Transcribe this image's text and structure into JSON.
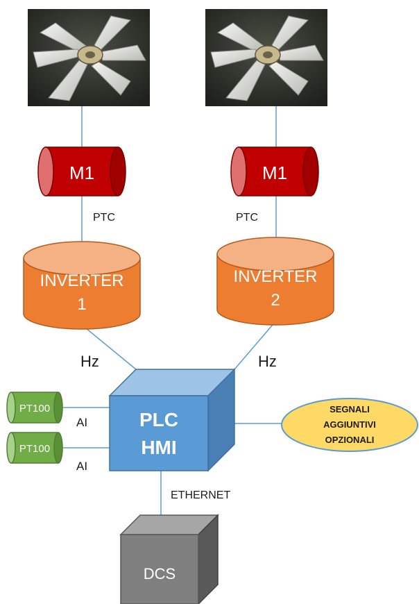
{
  "diagram": {
    "fans": [
      {
        "id": "fan-1",
        "image_desc": "fan-photo"
      },
      {
        "id": "fan-2",
        "image_desc": "fan-photo"
      }
    ],
    "motors": [
      {
        "label": "M1"
      },
      {
        "label": "M1"
      }
    ],
    "ptc_labels": [
      "PTC",
      "PTC"
    ],
    "inverters": [
      {
        "line1": "INVERTER",
        "line2": "1"
      },
      {
        "line1": "INVERTER",
        "line2": "2"
      }
    ],
    "hz_labels": [
      "Hz",
      "Hz"
    ],
    "plc": {
      "line1": "PLC",
      "line2": "HMI"
    },
    "sensors": [
      {
        "label": "PT100",
        "signal": "AI"
      },
      {
        "label": "PT100",
        "signal": "AI"
      }
    ],
    "optional_signals": {
      "line1": "SEGNALI",
      "line2": "AGGIUNTIVI",
      "line3": "OPZIONALI"
    },
    "ethernet_label": "ETHERNET",
    "dcs": {
      "label": "DCS"
    },
    "colors": {
      "motor_red": "#c00000",
      "inverter_orange": "#ed7d31",
      "inverter_top": "#f4b183",
      "plc_blue": "#5b9bd5",
      "sensor_green": "#70ad47",
      "ellipse_yellow": "#ffd966",
      "dcs_gray": "#7f7f7f",
      "connector_blue": "#5b9bd5"
    }
  }
}
